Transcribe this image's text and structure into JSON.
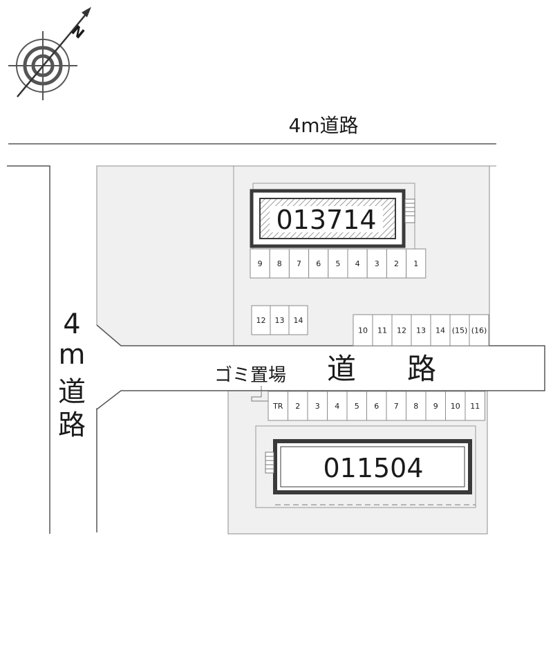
{
  "compass": {
    "north_label": "N",
    "icon": "compass-rose-icon"
  },
  "roads": {
    "top_road": "4m道路",
    "left_road": [
      "4",
      "m",
      "道",
      "路"
    ],
    "middle_road": [
      "道",
      "路"
    ]
  },
  "garbage_area": "ゴミ置場",
  "buildings": [
    {
      "id": "north",
      "code": "013714"
    },
    {
      "id": "south",
      "code": "011504"
    }
  ],
  "parking": {
    "north_row": [
      "9",
      "8",
      "7",
      "6",
      "5",
      "4",
      "3",
      "2",
      "1"
    ],
    "north_small": [
      "12",
      "13",
      "14"
    ],
    "middle_right": [
      "10",
      "11",
      "12",
      "13",
      "14",
      "(15)",
      "(16)"
    ],
    "south_row": [
      "TR",
      "2",
      "3",
      "4",
      "5",
      "6",
      "7",
      "8",
      "9",
      "10",
      "11"
    ]
  },
  "colors": {
    "lot_fill": "#f0f0f0",
    "lot_stroke": "#8c8c8c",
    "building_border": "#3a3a3a",
    "road_line": "#555555"
  }
}
